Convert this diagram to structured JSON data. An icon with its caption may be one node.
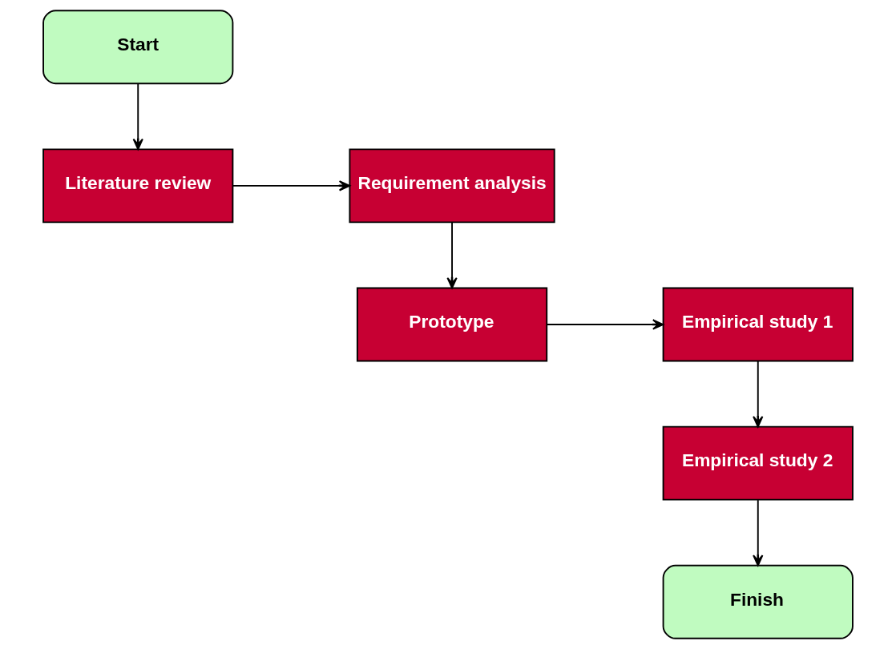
{
  "diagram": {
    "nodes": [
      {
        "text": [
          "Start"
        ]
      },
      {
        "text": [
          "Literature review"
        ]
      },
      {
        "text": [
          "Requirement analysis"
        ]
      },
      {
        "text": [
          "Prototype"
        ]
      },
      {
        "text": [
          "Empirical study 1"
        ]
      },
      {
        "text": [
          "Empirical study 2"
        ]
      },
      {
        "text": [
          "Finish"
        ]
      }
    ],
    "edges": [
      {
        "from": 0,
        "to": 1,
        "arrow": "to"
      },
      {
        "from": 1,
        "to": 2,
        "arrow": "to"
      },
      {
        "from": 2,
        "to": 3,
        "arrow": "to"
      },
      {
        "from": 3,
        "to": 4,
        "arrow": "to"
      },
      {
        "from": 4,
        "to": 5,
        "arrow": "to"
      },
      {
        "from": 5,
        "to": 6,
        "arrow": "to"
      }
    ]
  }
}
